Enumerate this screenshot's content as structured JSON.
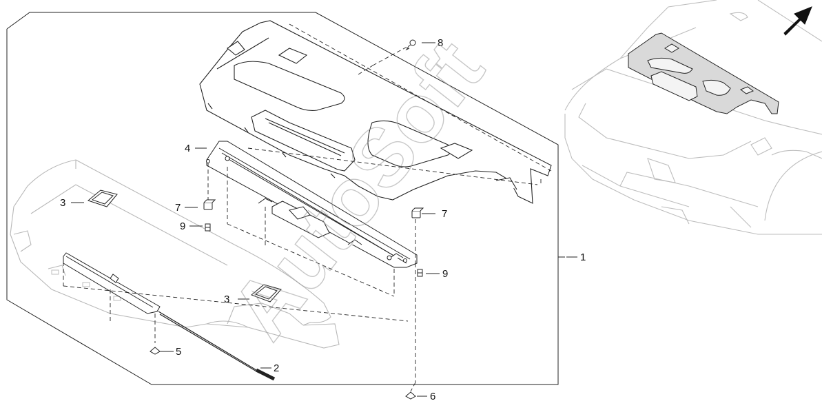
{
  "watermark": "AutoSoft",
  "callouts": {
    "c1": "1",
    "c2": "2",
    "c3a": "3",
    "c3b": "3",
    "c4": "4",
    "c5": "5",
    "c6": "6",
    "c7a": "7",
    "c7b": "7",
    "c8": "8",
    "c9a": "9",
    "c9b": "9"
  },
  "icons": {
    "direction": "front-arrow-icon"
  }
}
